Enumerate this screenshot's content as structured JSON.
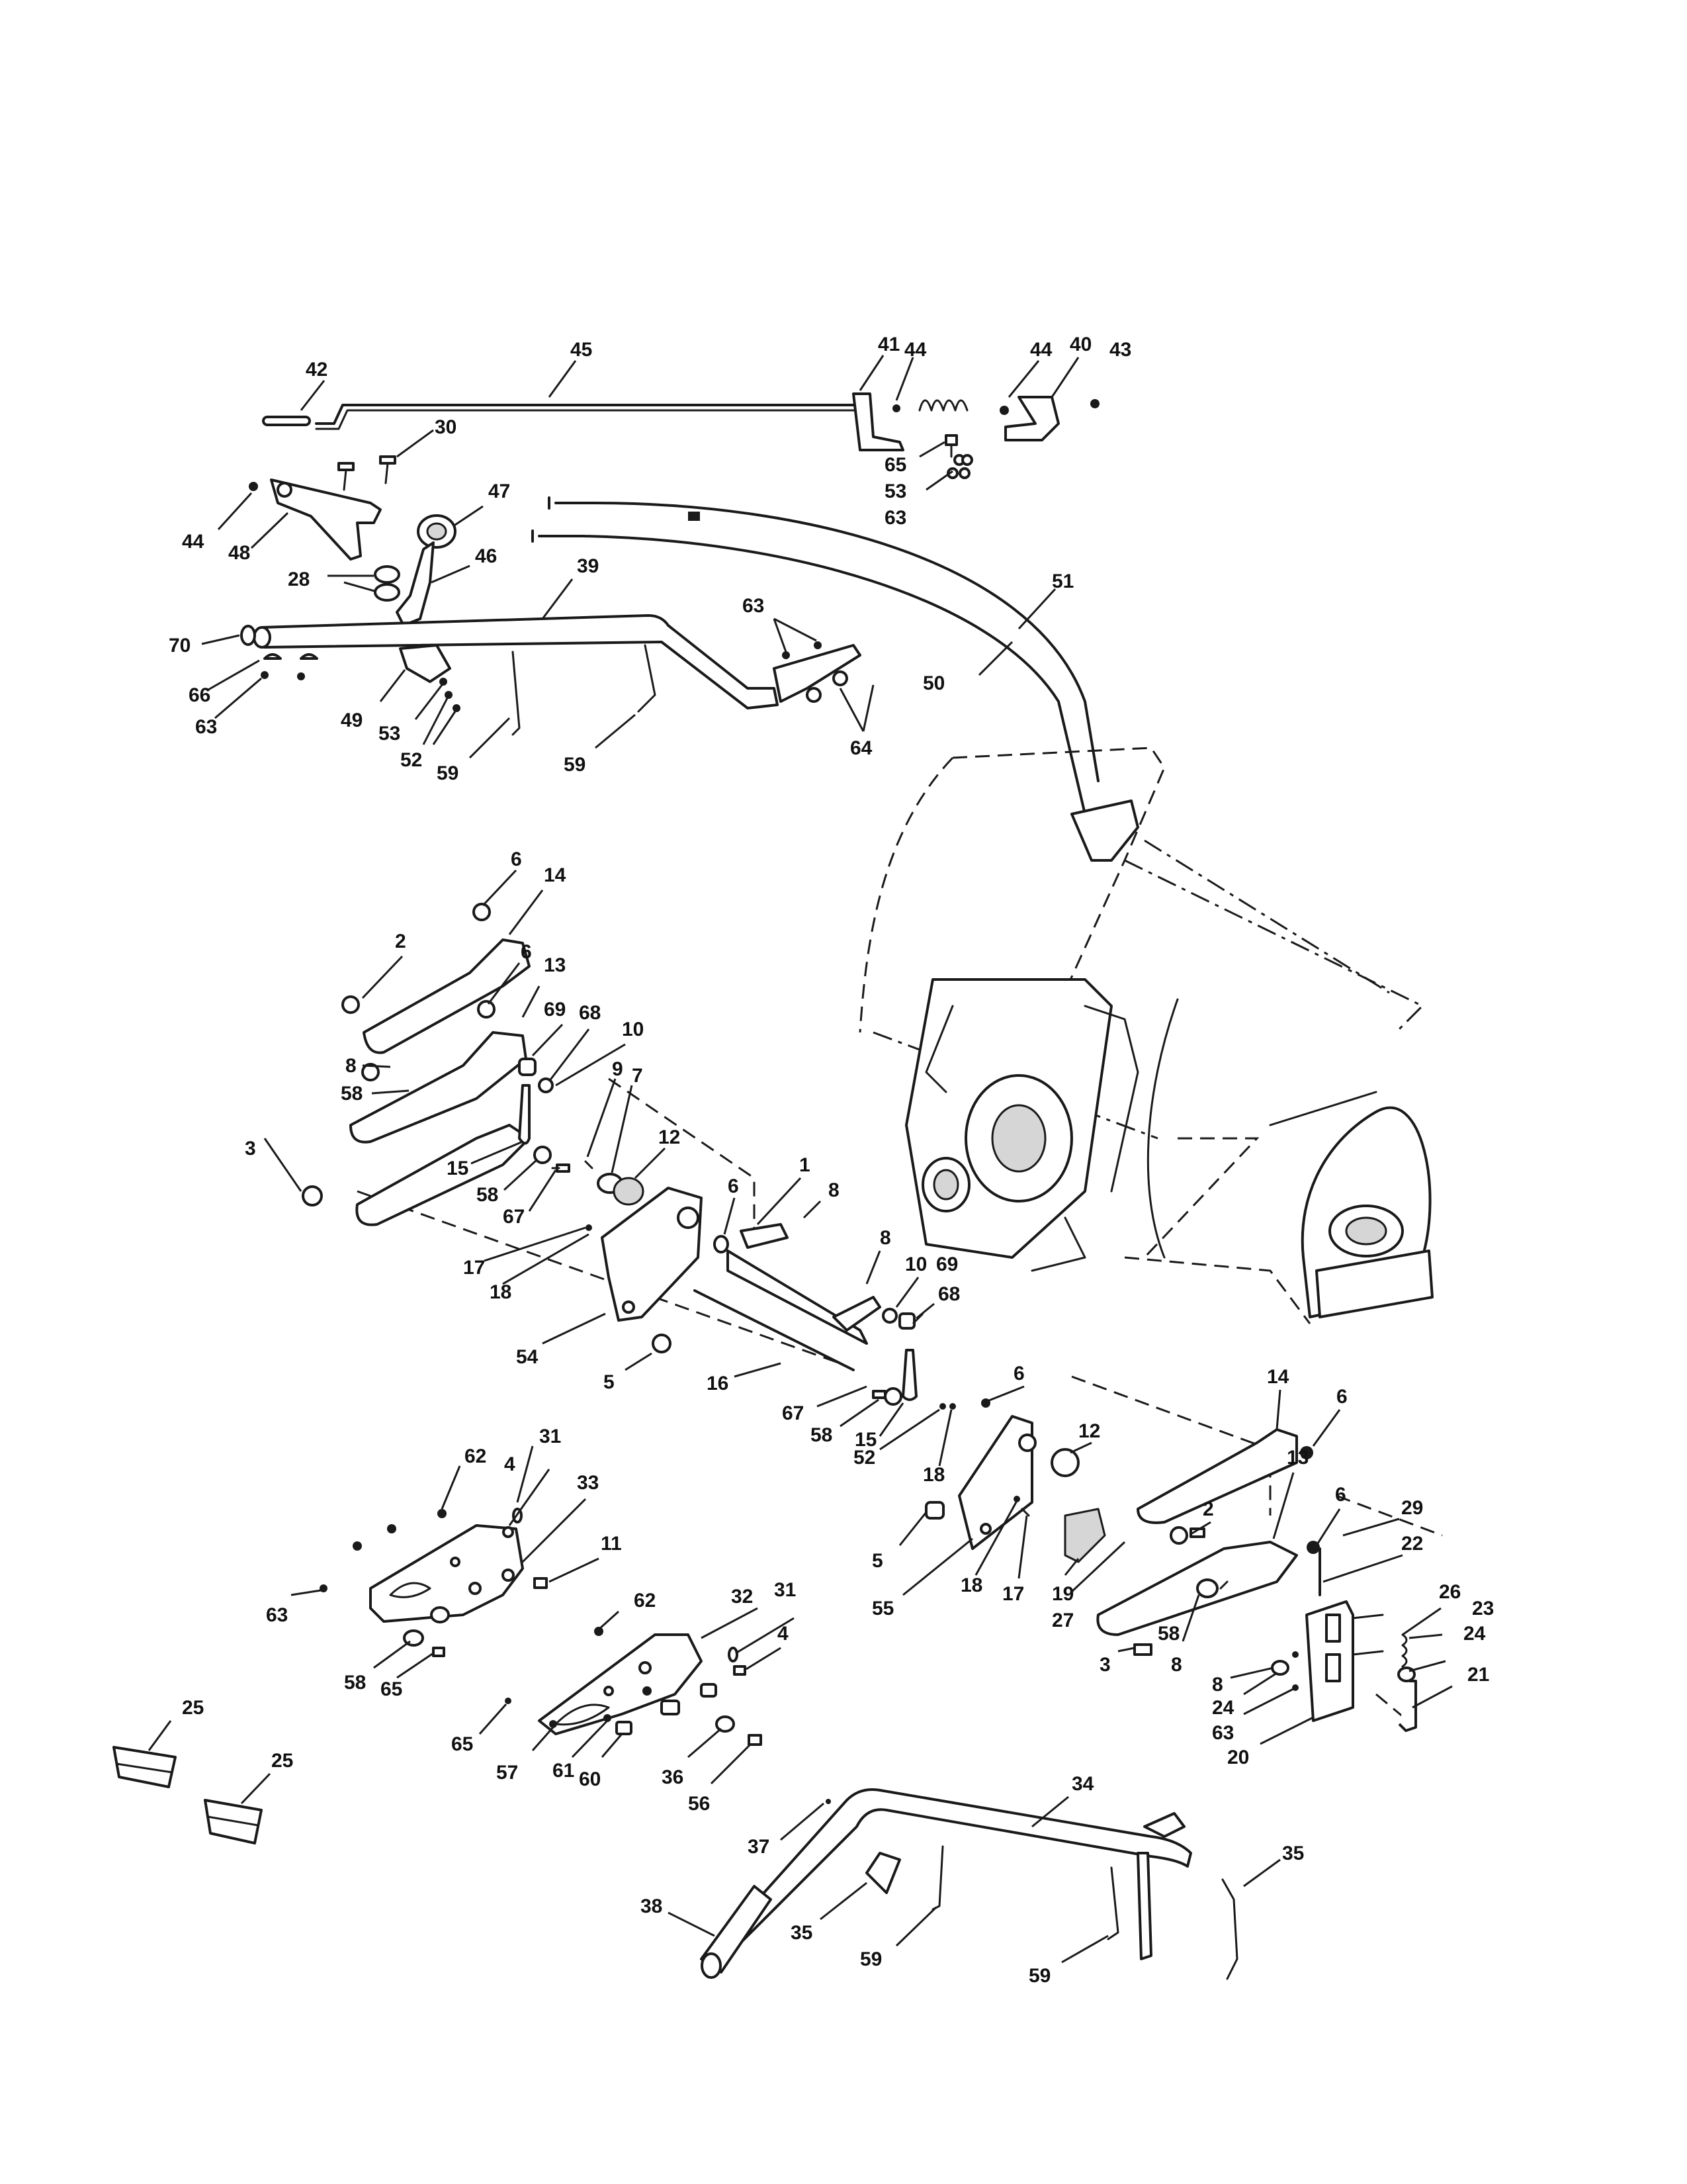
{
  "callouts": {
    "c42": "42",
    "c45": "45",
    "c41": "41",
    "c44a": "44",
    "c44b": "44",
    "c40": "40",
    "c43": "43",
    "c30": "30",
    "c65a": "65",
    "c53a": "53",
    "c63a": "63",
    "c44c": "44",
    "c48": "48",
    "c47": "47",
    "c28": "28",
    "c46": "46",
    "c39": "39",
    "c70": "70",
    "c66": "66",
    "c63b": "63",
    "c49": "49",
    "c53b": "53",
    "c52a": "52",
    "c59a": "59",
    "c59b": "59",
    "c63c": "63",
    "c64": "64",
    "c51": "51",
    "c50": "50",
    "c6a": "6",
    "c14a": "14",
    "c2a": "2",
    "c6b": "6",
    "c13a": "13",
    "c69a": "69",
    "c68a": "68",
    "c10a": "10",
    "c8a": "8",
    "c58a": "58",
    "c3a": "3",
    "c9": "9",
    "c7": "7",
    "c12a": "12",
    "c15a": "15",
    "c58b": "58",
    "c67a": "67",
    "c1": "1",
    "c8b": "8",
    "c6c": "6",
    "c17a": "17",
    "c18a": "18",
    "c8c": "8",
    "c10b": "10",
    "c69b": "69",
    "c68b": "68",
    "c54": "54",
    "c5a": "5",
    "c16": "16",
    "c67b": "67",
    "c58c": "58",
    "c15b": "15",
    "c6d": "6",
    "c52b": "52",
    "c18b": "18",
    "c12b": "12",
    "c14b": "14",
    "c6e": "6",
    "c13b": "13",
    "c2b": "2",
    "c6f": "6",
    "c29": "29",
    "c22": "22",
    "c5b": "5",
    "c55": "55",
    "c18c": "18",
    "c17b": "17",
    "c19": "19",
    "c27": "27",
    "c58d": "58",
    "c8d": "8",
    "c3b": "3",
    "c26": "26",
    "c23": "23",
    "c24a": "24",
    "c21": "21",
    "c8e": "8",
    "c24b": "24",
    "c63d": "63",
    "c20": "20",
    "c31a": "31",
    "c62a": "62",
    "c4a": "4",
    "c33": "33",
    "c11": "11",
    "c63e": "63",
    "c58e": "58",
    "c65b": "65",
    "c62b": "62",
    "c32": "32",
    "c31b": "31",
    "c4b": "4",
    "c65c": "65",
    "c57": "57",
    "c61": "61",
    "c60": "60",
    "c36": "36",
    "c56": "56",
    "c25a": "25",
    "c25b": "25",
    "c34": "34",
    "c37": "37",
    "c35a": "35",
    "c35b": "35",
    "c38": "38",
    "c59c": "59",
    "c59d": "59"
  }
}
